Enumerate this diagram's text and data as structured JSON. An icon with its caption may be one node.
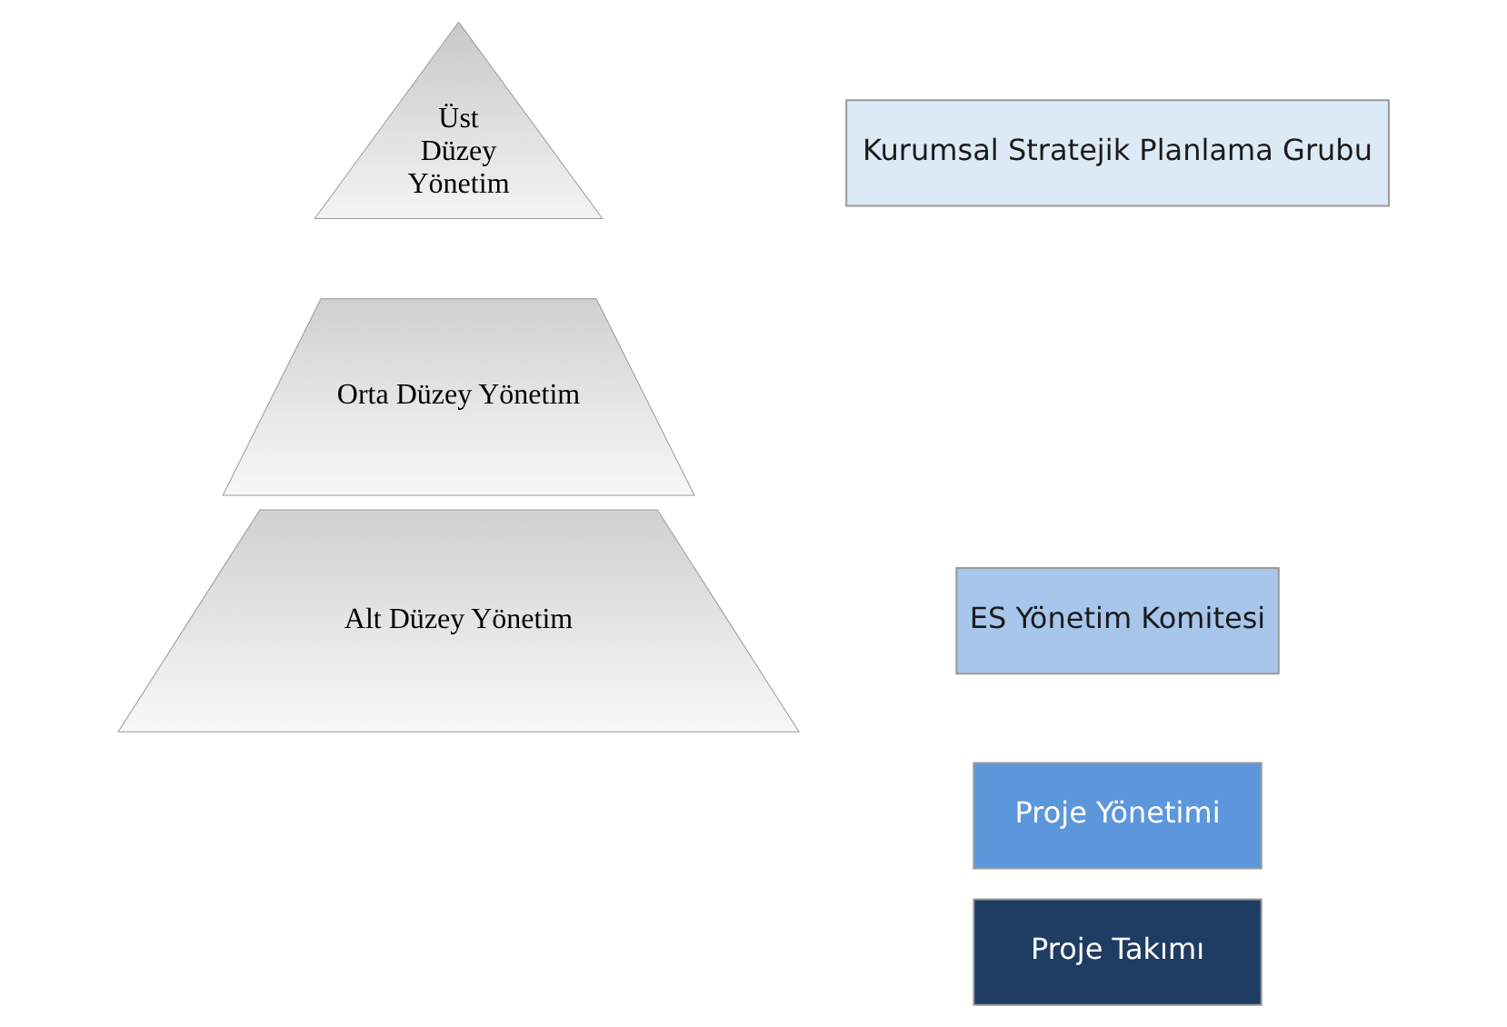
{
  "diagram": {
    "nodes": [
      {
        "text": [
          "Üst Düzey Yönetim"
        ]
      },
      {
        "text": [
          "Orta Düzey Yönetim"
        ]
      },
      {
        "text": [
          "Alt Düzey Yönetim"
        ]
      },
      {
        "text": [
          "Kurumsal Stratejik Planlama Grubu"
        ]
      },
      {
        "text": [
          "ES Yönetim Komitesi"
        ]
      },
      {
        "text": [
          "Proje Yönetimi"
        ]
      },
      {
        "text": [
          "Proje Takımı"
        ]
      }
    ]
  }
}
